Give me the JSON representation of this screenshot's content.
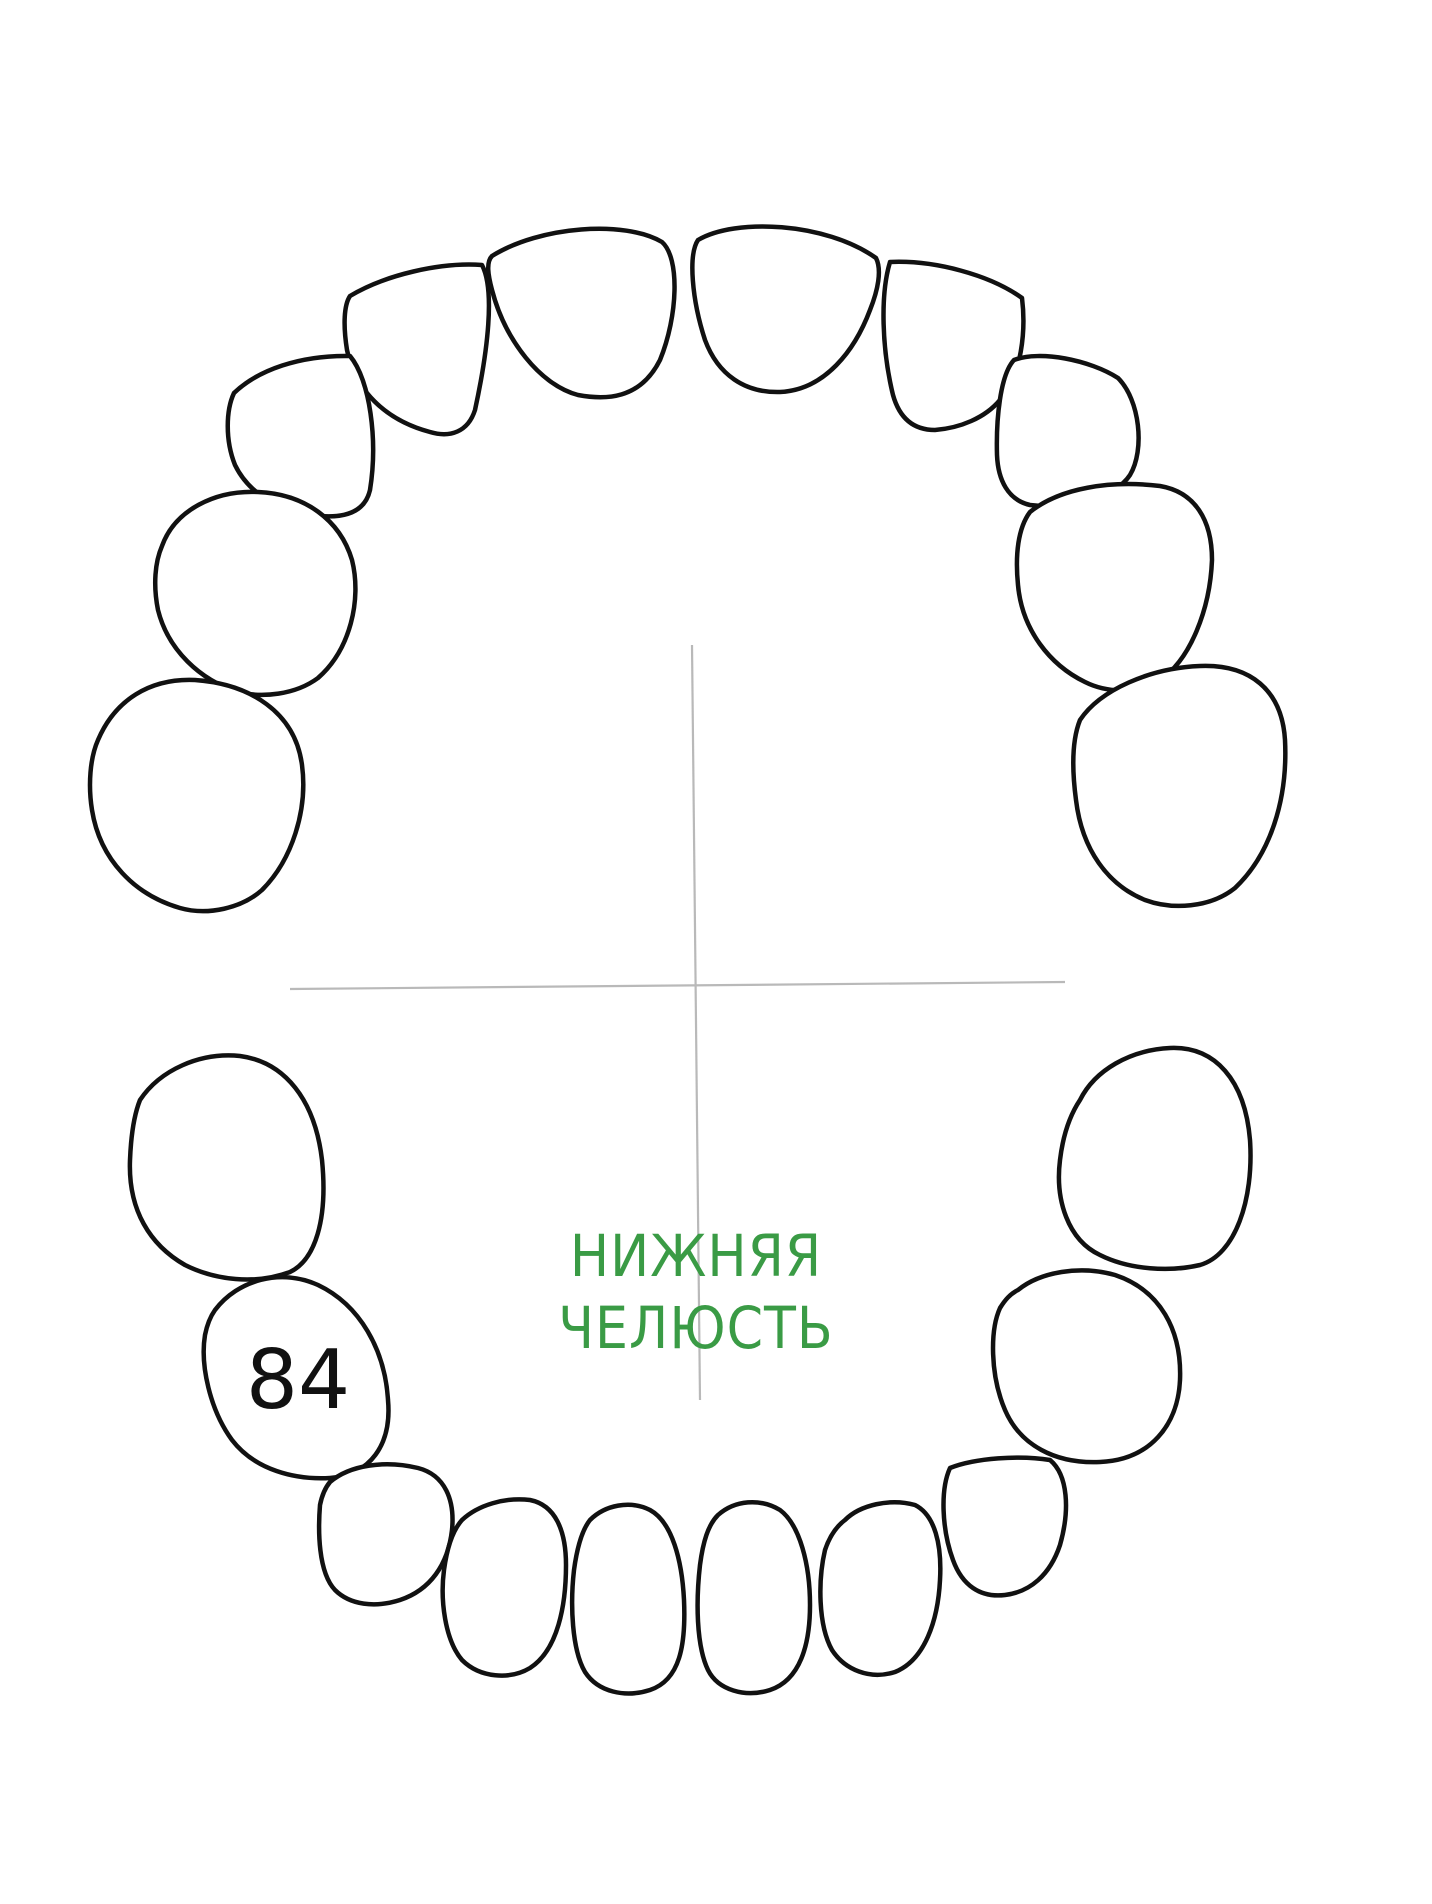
{
  "jaw_label": {
    "line1": "НИЖНЯЯ",
    "line2": "ЧЕЛЮСТЬ",
    "color": "#3a9b45"
  },
  "marked_tooth": {
    "number": "84"
  },
  "colors": {
    "outline": "#111111",
    "axis": "#b9b9b9",
    "background": "#ffffff"
  }
}
